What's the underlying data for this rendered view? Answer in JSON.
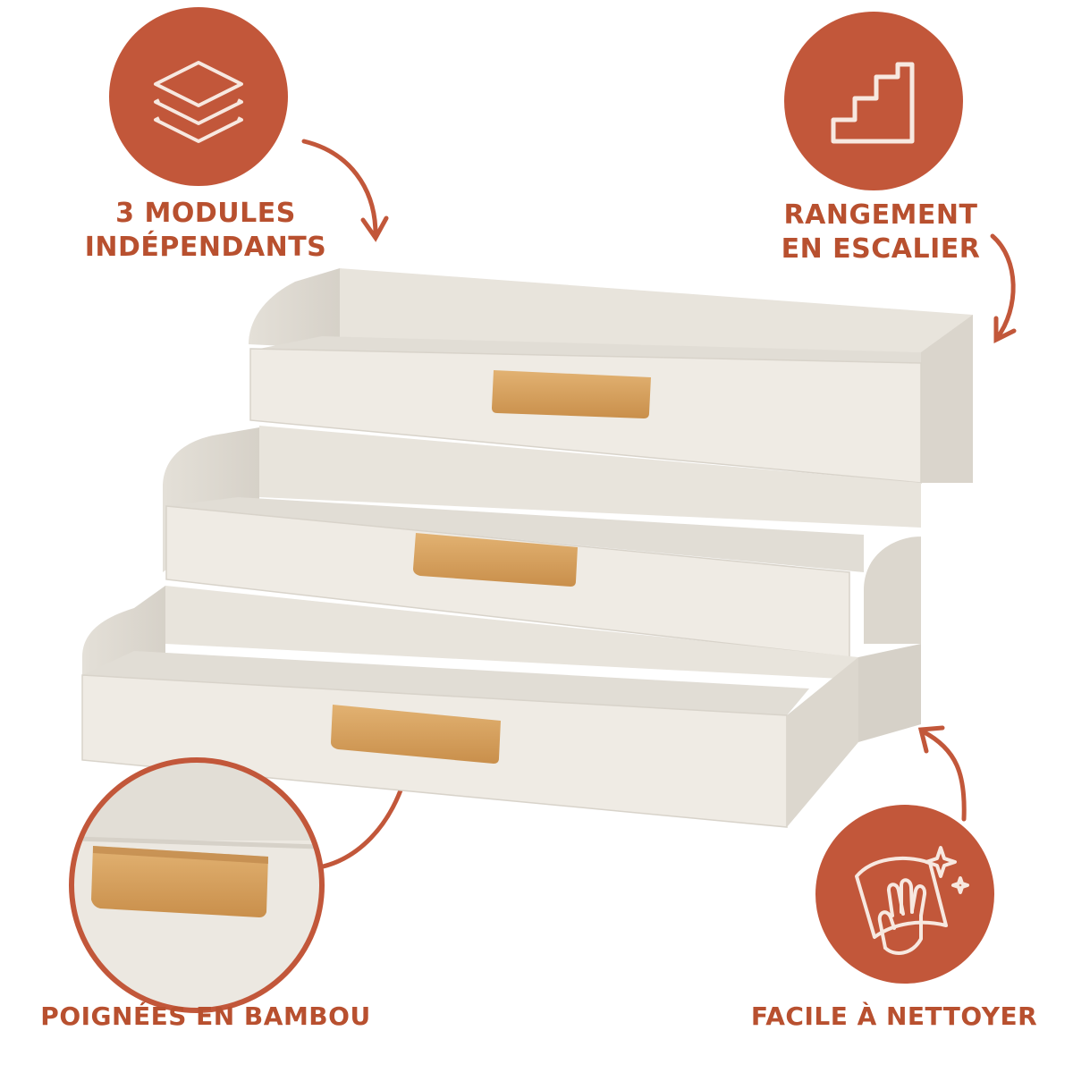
{
  "features": {
    "modules": {
      "line1": "3 MODULES",
      "line2": "INDÉPENDANTS",
      "icon": "stacked-layers-icon"
    },
    "escalier": {
      "line1": "RANGEMENT",
      "line2": "EN ESCALIER",
      "icon": "stairs-icon"
    },
    "bambou": {
      "line1": "POIGNÉES EN BAMBOU",
      "icon": "bamboo-handle-closeup"
    },
    "nettoyer": {
      "line1": "FACILE À NETTOYER",
      "icon": "hand-wiping-cloth-icon"
    }
  },
  "colors": {
    "accent": "#c2573a",
    "accent_text": "#b8502f",
    "product": "#ece8e1",
    "product_shade": "#dcd7cf",
    "bamboo": "#d9a25f"
  }
}
